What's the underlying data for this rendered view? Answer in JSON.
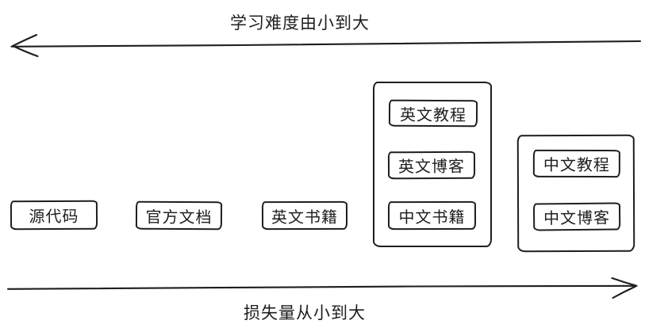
{
  "diagram": {
    "background": "#ffffff",
    "ink_color": "#1e1e1e",
    "top_axis": {
      "label": "学习难度由小到大",
      "direction": "left"
    },
    "bottom_axis": {
      "label": "损失量从小到大",
      "direction": "right"
    },
    "standalone_boxes": [
      {
        "label": "源代码"
      },
      {
        "label": "官方文档"
      },
      {
        "label": "英文书籍"
      }
    ],
    "groups": [
      {
        "items": [
          {
            "label": "英文教程"
          },
          {
            "label": "英文博客"
          },
          {
            "label": "中文书籍"
          }
        ]
      },
      {
        "items": [
          {
            "label": "中文教程"
          },
          {
            "label": "中文博客"
          }
        ]
      }
    ]
  }
}
